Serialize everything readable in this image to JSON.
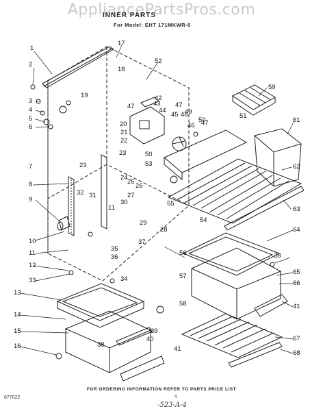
{
  "watermark": "AppliancePartsPros.com",
  "title": "INNER PARTS",
  "model": "For Model: EHT 171MKWR-0",
  "footer": "FOR ORDERING INFORMATION REFER TO PARTS PRICE LIST",
  "code": "877022",
  "page_number": "4",
  "handwritten_note": "-523-A-4",
  "callouts": [
    "1",
    "2",
    "3",
    "4",
    "5",
    "6",
    "7",
    "8",
    "9",
    "10",
    "11",
    "12",
    "13",
    "14",
    "15",
    "16",
    "17",
    "18",
    "19",
    "20",
    "21",
    "22",
    "23",
    "23",
    "24",
    "25",
    "26",
    "27",
    "28",
    "29",
    "30",
    "31",
    "32",
    "33",
    "34",
    "35",
    "36",
    "37",
    "38",
    "38",
    "39",
    "40",
    "41",
    "41",
    "42",
    "43",
    "44",
    "45",
    "46",
    "47",
    "47",
    "47",
    "48",
    "49",
    "50",
    "50",
    "51",
    "52",
    "53",
    "54",
    "55",
    "56",
    "57",
    "58",
    "59",
    "61",
    "62",
    "63",
    "64",
    "65",
    "66",
    "67",
    "68",
    "11"
  ]
}
